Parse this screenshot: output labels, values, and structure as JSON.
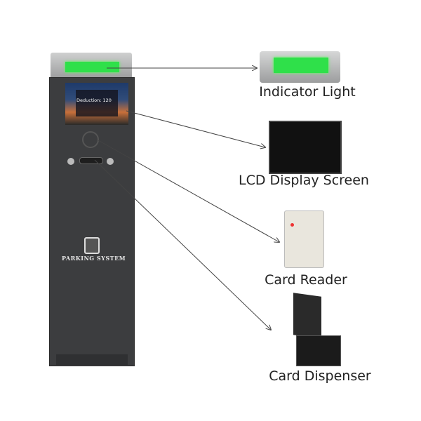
{
  "labels": {
    "indicator": "Indicator Light",
    "lcd": "LCD Display Screen",
    "reader": "Card Reader",
    "dispenser": "Card Dispenser"
  },
  "kiosk": {
    "brand": "PARKING SYSTEM",
    "screen_deduction": "Deduction: 120"
  },
  "colors": {
    "indicator_green": "#2fe04a",
    "body": "#3c3d3f"
  }
}
